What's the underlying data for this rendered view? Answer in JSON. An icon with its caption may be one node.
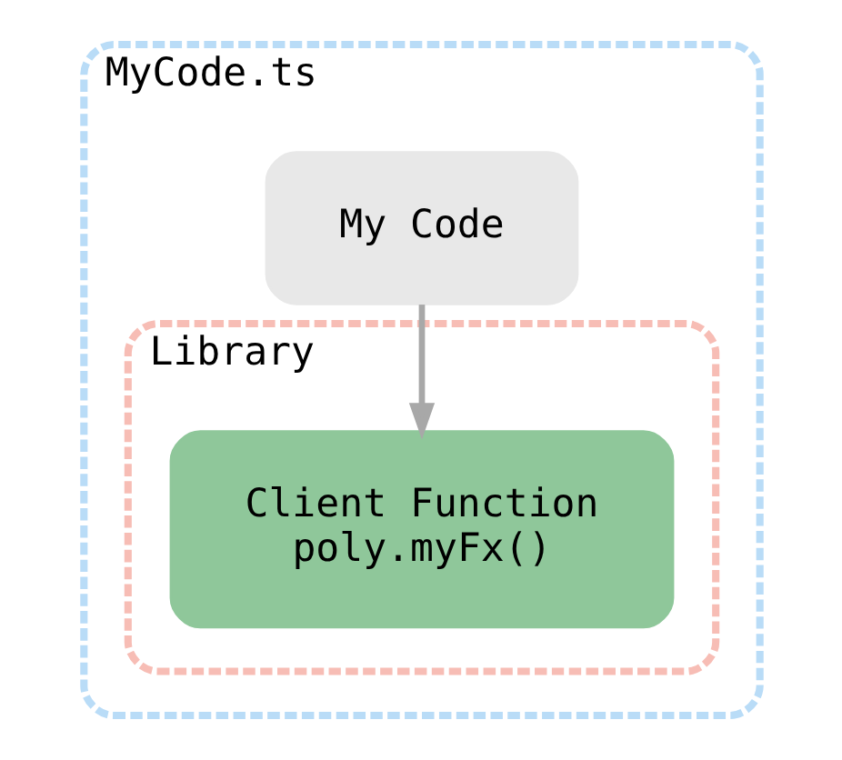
{
  "diagram": {
    "nodes": [
      {
        "text": [
          "MyCode.ts"
        ]
      },
      {
        "text": [
          "My Code"
        ],
        "in": 0
      },
      {
        "text": [
          "Library"
        ],
        "in": 0
      },
      {
        "text": [
          "Client Function",
          "poly.myFx()"
        ],
        "in": 2
      }
    ],
    "edges": [
      {
        "from": 1,
        "to": 3,
        "arrow": "to"
      }
    ]
  }
}
